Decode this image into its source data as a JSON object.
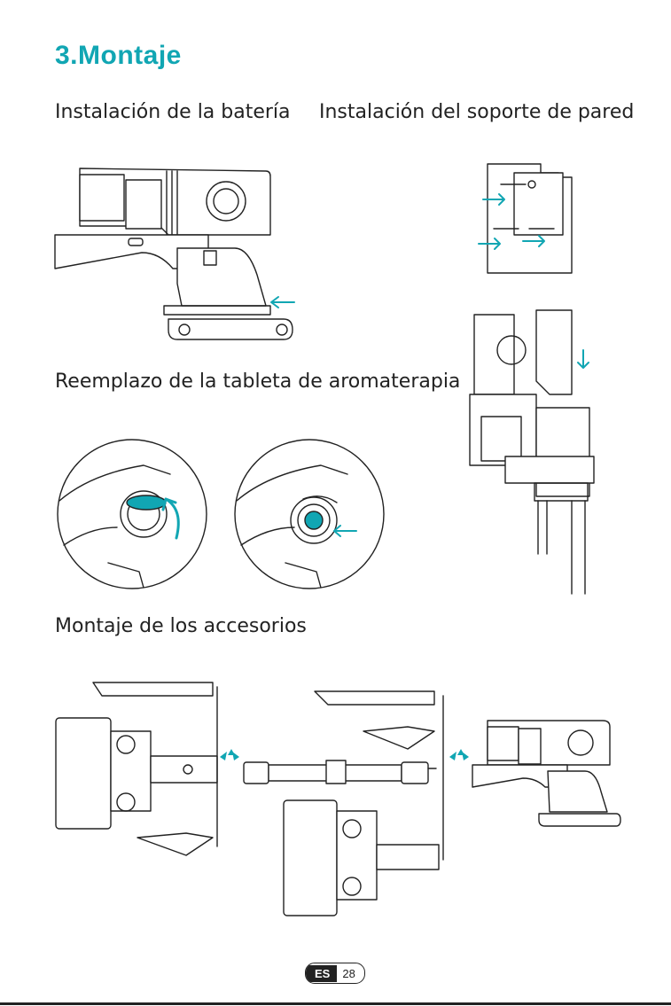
{
  "page": {
    "title": "3.Montaje",
    "sections": {
      "battery": "Instalación de la batería",
      "wall_mount": "Instalación del soporte de pared",
      "aroma": "Reemplazo de la tableta de aromaterapia",
      "accessories": "Montaje de los accesorios"
    },
    "footer": {
      "language": "ES",
      "page_number": "28"
    },
    "colors": {
      "accent": "#11a6b3",
      "line": "#222222"
    }
  }
}
